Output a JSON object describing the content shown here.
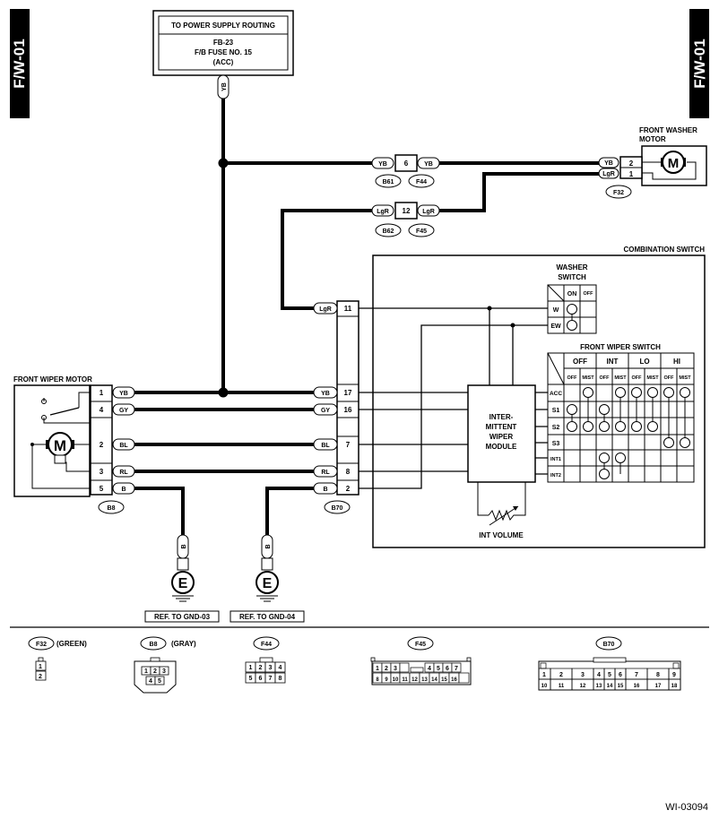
{
  "page": {
    "section_tag": "F/W-01",
    "figure_id": "WI-03094"
  },
  "power": {
    "title": "TO POWER SUPPLY ROUTING",
    "line1": "FB-23",
    "line2": "F/B FUSE NO. 15",
    "line3": "(ACC)",
    "wire_color": "YB"
  },
  "washer_motor": {
    "title_line1": "FRONT WASHER",
    "title_line2": "MOTOR",
    "symbol": "M",
    "connector": "F32",
    "pins": [
      {
        "pin": "2",
        "wire": "YB"
      },
      {
        "pin": "1",
        "wire": "LgR"
      }
    ]
  },
  "joints": [
    {
      "pin": "6",
      "left_wire": "YB",
      "right_wire": "YB",
      "left_conn": "B61",
      "right_conn": "F44"
    },
    {
      "pin": "12",
      "left_wire": "LgR",
      "right_wire": "LgR",
      "left_conn": "B62",
      "right_conn": "F45"
    }
  ],
  "wiper_motor": {
    "title": "FRONT WIPER MOTOR",
    "symbol": "M",
    "connector": "B8",
    "pins": [
      {
        "pin": "1",
        "wire": "YB"
      },
      {
        "pin": "4",
        "wire": "GY"
      },
      {
        "pin": "2",
        "wire": "BL"
      },
      {
        "pin": "3",
        "wire": "RL"
      },
      {
        "pin": "5",
        "wire": "B"
      }
    ]
  },
  "combo_switch": {
    "title": "COMBINATION SWITCH",
    "connector": "B70",
    "pins": [
      {
        "pin": "11",
        "wire": "LgR"
      },
      {
        "pin": "17",
        "wire": "YB"
      },
      {
        "pin": "16",
        "wire": "GY"
      },
      {
        "pin": "7",
        "wire": "BL"
      },
      {
        "pin": "8",
        "wire": "RL"
      },
      {
        "pin": "2",
        "wire": "B"
      }
    ],
    "module_lines": [
      "INTER-",
      "MITTENT",
      "WIPER",
      "MODULE"
    ],
    "int_volume": "INT VOLUME"
  },
  "washer_switch": {
    "title_line1": "WASHER",
    "title_line2": "SWITCH",
    "cols": [
      "ON",
      "OFF"
    ],
    "rows": [
      "W",
      "EW"
    ]
  },
  "wiper_switch": {
    "title": "FRONT WIPER SWITCH",
    "groups": [
      "OFF",
      "INT",
      "LO",
      "HI"
    ],
    "subcols": [
      "OFF",
      "MIST",
      "OFF",
      "MIST",
      "OFF",
      "MIST",
      "OFF",
      "MIST"
    ],
    "rows": [
      "ACC",
      "S1",
      "S2",
      "S3",
      "INT1",
      "INT2"
    ]
  },
  "grounds": [
    {
      "symbol": "E",
      "wire": "B",
      "ref": "REF. TO GND-03"
    },
    {
      "symbol": "E",
      "wire": "B",
      "ref": "REF. TO GND-04"
    }
  ],
  "connector_views": [
    {
      "id": "F32",
      "note": "(GREEN)",
      "pins": [
        "1",
        "2"
      ]
    },
    {
      "id": "B8",
      "note": "(GRAY)",
      "pins": [
        "1",
        "2",
        "3",
        "4",
        "5"
      ]
    },
    {
      "id": "F44",
      "note": "",
      "pins": [
        "1",
        "2",
        "3",
        "4",
        "5",
        "6",
        "7",
        "8"
      ]
    },
    {
      "id": "F45",
      "note": "",
      "pins": [
        "1",
        "2",
        "3",
        "4",
        "5",
        "6",
        "7",
        "8",
        "9",
        "10",
        "11",
        "12",
        "13",
        "14",
        "15",
        "16"
      ]
    },
    {
      "id": "B70",
      "note": "",
      "pins": [
        "1",
        "2",
        "3",
        "4",
        "5",
        "6",
        "7",
        "8",
        "9",
        "10",
        "11",
        "12",
        "13",
        "14",
        "15",
        "16",
        "17",
        "18"
      ]
    }
  ]
}
